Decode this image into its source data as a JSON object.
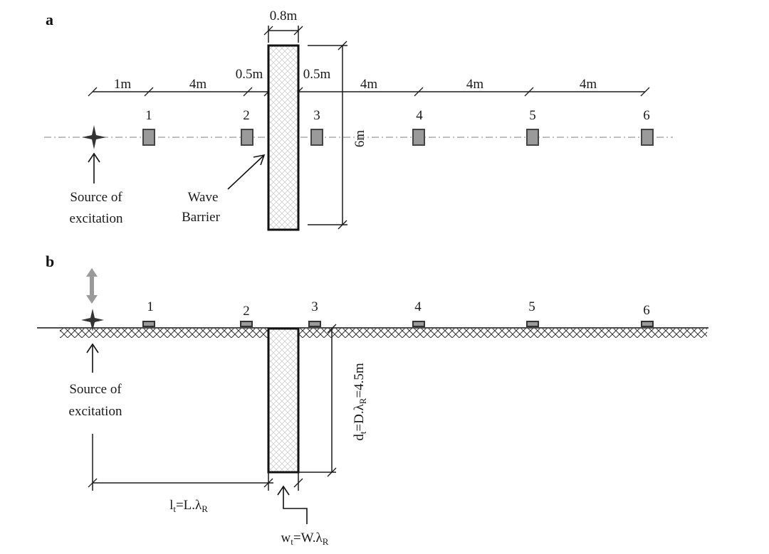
{
  "panel_a": {
    "label": "a",
    "dims": {
      "width_top": "0.8m",
      "d1": "1m",
      "d2": "4m",
      "d3": "0.5m",
      "d4": "0.5m",
      "d5": "4m",
      "d6": "4m",
      "d7": "4m",
      "height": "6m"
    },
    "sensors": [
      "1",
      "2",
      "3",
      "4",
      "5",
      "6"
    ],
    "source_label_line1": "Source of",
    "source_label_line2": "excitation",
    "barrier_label_line1": "Wave",
    "barrier_label_line2": "Barrier"
  },
  "panel_b": {
    "label": "b",
    "sensors": [
      "1",
      "2",
      "3",
      "4",
      "5",
      "6"
    ],
    "source_label_line1": "Source of",
    "source_label_line2": "excitation",
    "depth_label": "d",
    "depth_sub": "t",
    "depth_rest": "=D.λ",
    "depth_sub2": "R",
    "depth_value": "=4.5m",
    "length_label": "l",
    "length_sub": "t",
    "length_rest": "=L.λ",
    "length_sub2": "R",
    "width_label": "w",
    "width_sub": "t",
    "width_rest": "=W.λ",
    "width_sub2": "R"
  },
  "colors": {
    "line": "#1a1a1a",
    "sensor_fill": "#9a9a9a",
    "arrow_gray": "#9a9a9a",
    "axis_gray": "#9a9a9a"
  }
}
